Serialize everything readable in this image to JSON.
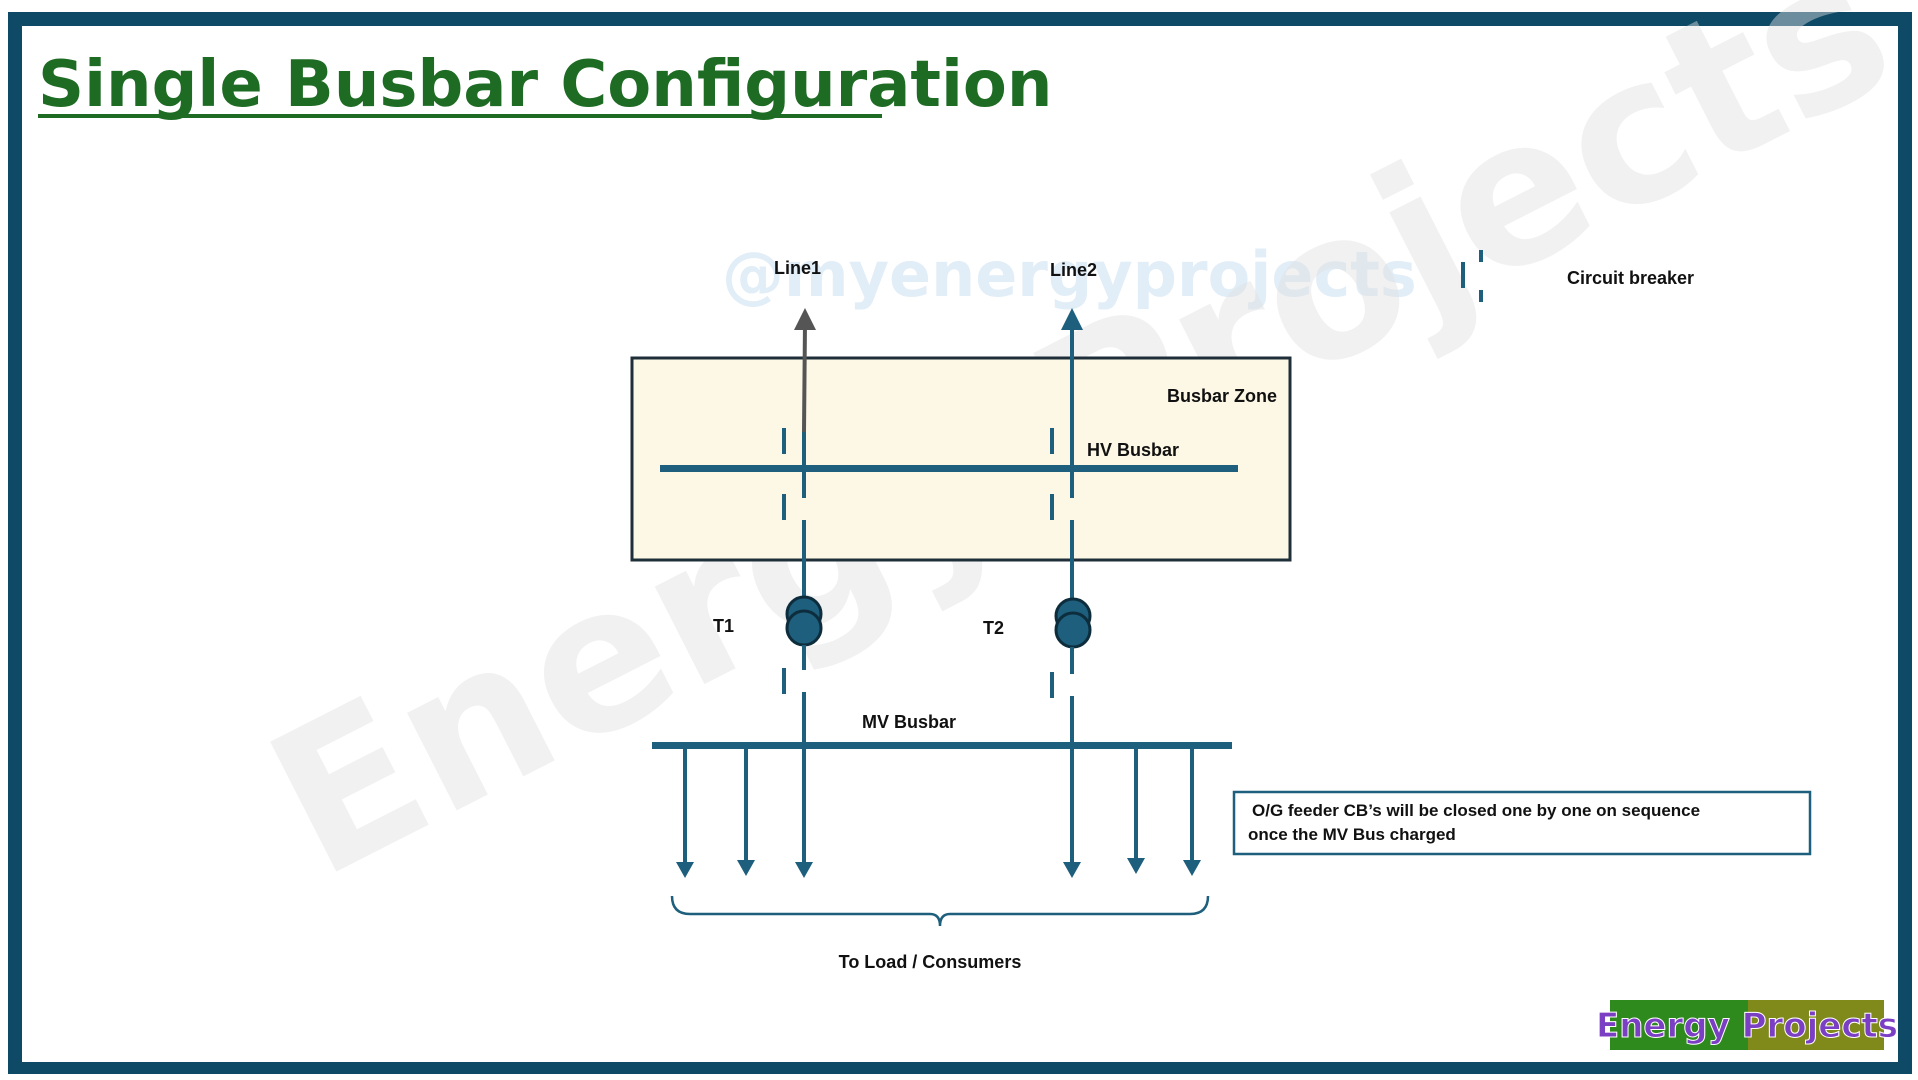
{
  "title": "Single Busbar Configuration",
  "watermark_handle": "@myenergyprojects",
  "watermark_big": "Energy Projects",
  "labels": {
    "line1": "Line1",
    "line2": "Line2",
    "busbar_zone": "Busbar Zone",
    "hv_busbar": "HV Busbar",
    "mv_busbar": "MV Busbar",
    "t1": "T1",
    "t2": "T2",
    "load": "To Load / Consumers"
  },
  "legend": {
    "circuit_breaker": "Circuit breaker"
  },
  "note": {
    "line1": "O/G feeder CB’s will be closed one by one on sequence",
    "line2": "once the MV Bus charged"
  },
  "logo": {
    "text": "Energy Projects"
  },
  "colors": {
    "frame": "#0e4a66",
    "line": "#1d5f7d",
    "zone_fill": "#fdf8e6",
    "title": "#1e6b24",
    "logo_left": "#2f8a1e",
    "logo_right": "#7f8a1a",
    "logo_text": "#7b3fc4"
  }
}
